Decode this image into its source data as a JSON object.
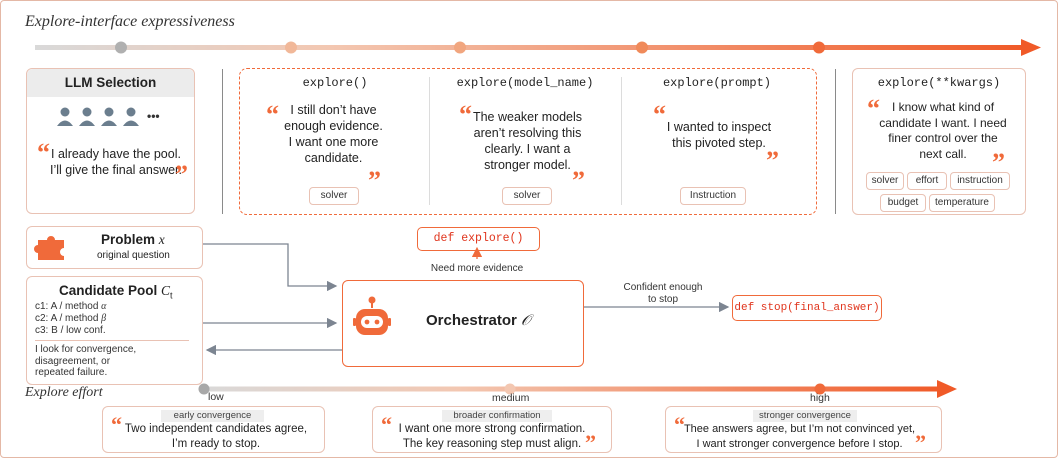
{
  "titles": {
    "expressiveness": "Explore-interface expressiveness",
    "effort": "Explore effort"
  },
  "llm_selection": {
    "title": "LLM Selection",
    "more": "•••",
    "quote_line1": "I already have the pool.",
    "quote_line2": "I’ll give the final answer."
  },
  "explore_cards": [
    {
      "fn": "explore()",
      "lines": [
        "I still don’t have",
        "enough evidence.",
        "I want one more",
        "candidate."
      ],
      "tag": "solver"
    },
    {
      "fn": "explore(model_name)",
      "lines": [
        "The weaker models",
        "aren’t resolving this",
        "clearly. I want a",
        "stronger model."
      ],
      "tag": "solver"
    },
    {
      "fn": "explore(prompt)",
      "lines": [
        "I wanted to inspect",
        "this pivoted step."
      ],
      "tag": "Instruction"
    }
  ],
  "kwargs_card": {
    "fn": "explore(**kwargs)",
    "lines": [
      "I know what kind of",
      "candidate I want. I need",
      "finer control over the",
      "next call."
    ],
    "tags_row1": [
      "solver",
      "effort",
      "instruction"
    ],
    "tags_row2": [
      "budget",
      "temperature"
    ]
  },
  "quote_marks": {
    "open": "“",
    "close": "”"
  },
  "problem": {
    "title": "Problem",
    "var": "x",
    "subtitle": "original question"
  },
  "pool": {
    "title": "Candidate Pool",
    "var": "C",
    "var_sub": "t",
    "items": [
      {
        "id": "c1:",
        "text": "A / method",
        "sym": "α"
      },
      {
        "id": "c2:",
        "text": "A / method",
        "sym": "β"
      },
      {
        "id": "c3:",
        "text": "B / low conf.",
        "sym": ""
      }
    ],
    "note_lines": [
      "I look for convergence,",
      "disagreement, or",
      "repeated failure."
    ]
  },
  "orchestrator": {
    "title": "Orchestrator",
    "var": "𝒪"
  },
  "explore_fn": "def explore()",
  "need_more": "Need more evidence",
  "confident": [
    "Confident enough",
    "to stop"
  ],
  "stop_fn": "def stop(final_answer)",
  "effort_levels": [
    {
      "label": "low",
      "banner": "early convergence",
      "lines": [
        "Two independent candidates agree,",
        "I’m ready to stop."
      ]
    },
    {
      "label": "medium",
      "banner": "broader confirmation",
      "lines": [
        "I want one more strong confirmation.",
        "The key reasoning step must align."
      ]
    },
    {
      "label": "high",
      "banner": "stronger convergence",
      "lines": [
        "Thee answers agree, but I’m not convinced yet,",
        "I want stronger convergence before I stop."
      ]
    }
  ],
  "colors": {
    "accent": "#f06a3a",
    "code_red": "#e0341c",
    "border": "#e9c2b4",
    "grey": "#9e9e9e"
  }
}
